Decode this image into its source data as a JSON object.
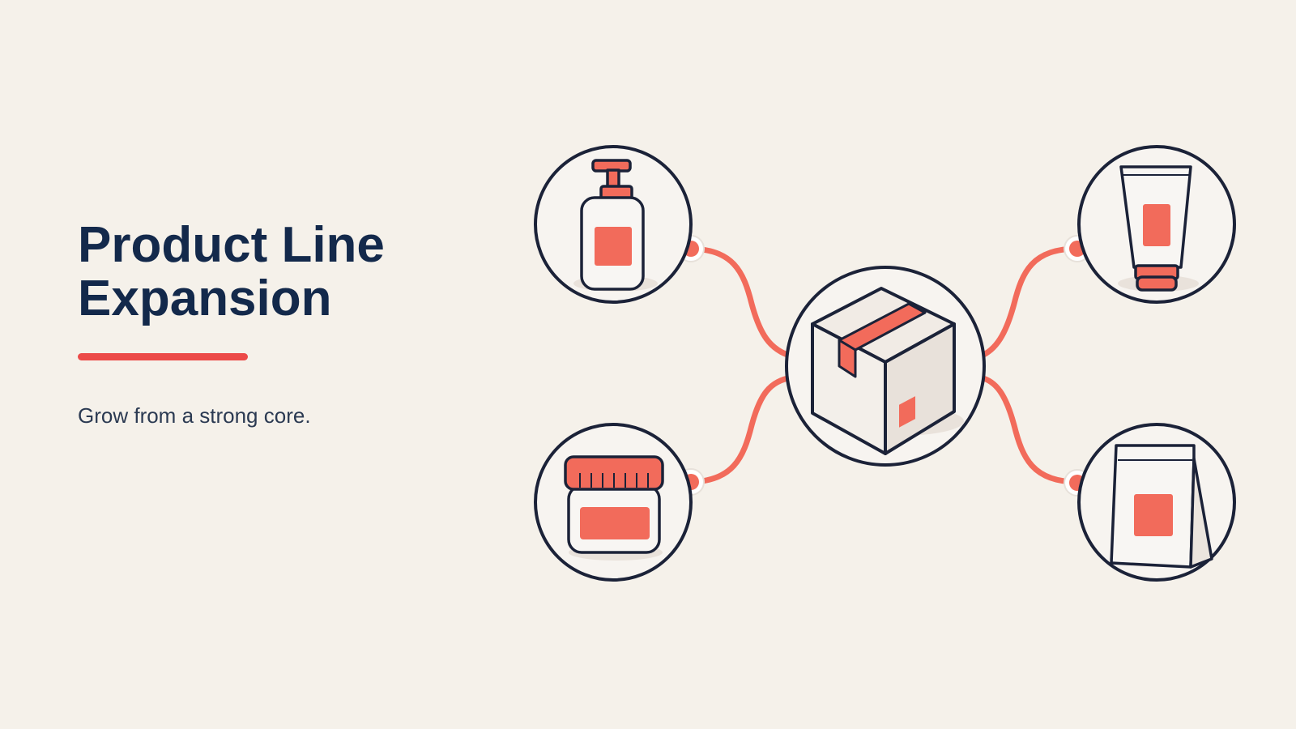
{
  "slide": {
    "title_line1": "Product Line",
    "title_line2": "Expansion",
    "subtitle": "Grow from a strong core."
  },
  "colors": {
    "background": "#f5f1ea",
    "title": "#13294b",
    "accent": "#ec4a48",
    "coral": "#f26b5b",
    "outline": "#1b2238",
    "circle_fill": "#f7f4f0"
  },
  "diagram": {
    "center": {
      "icon": "shipping-box-icon"
    },
    "products": [
      {
        "id": "pump-bottle",
        "icon": "pump-bottle-icon"
      },
      {
        "id": "jar",
        "icon": "jar-icon"
      },
      {
        "id": "tube",
        "icon": "squeeze-tube-icon"
      },
      {
        "id": "pouch",
        "icon": "stand-up-pouch-icon"
      }
    ]
  }
}
